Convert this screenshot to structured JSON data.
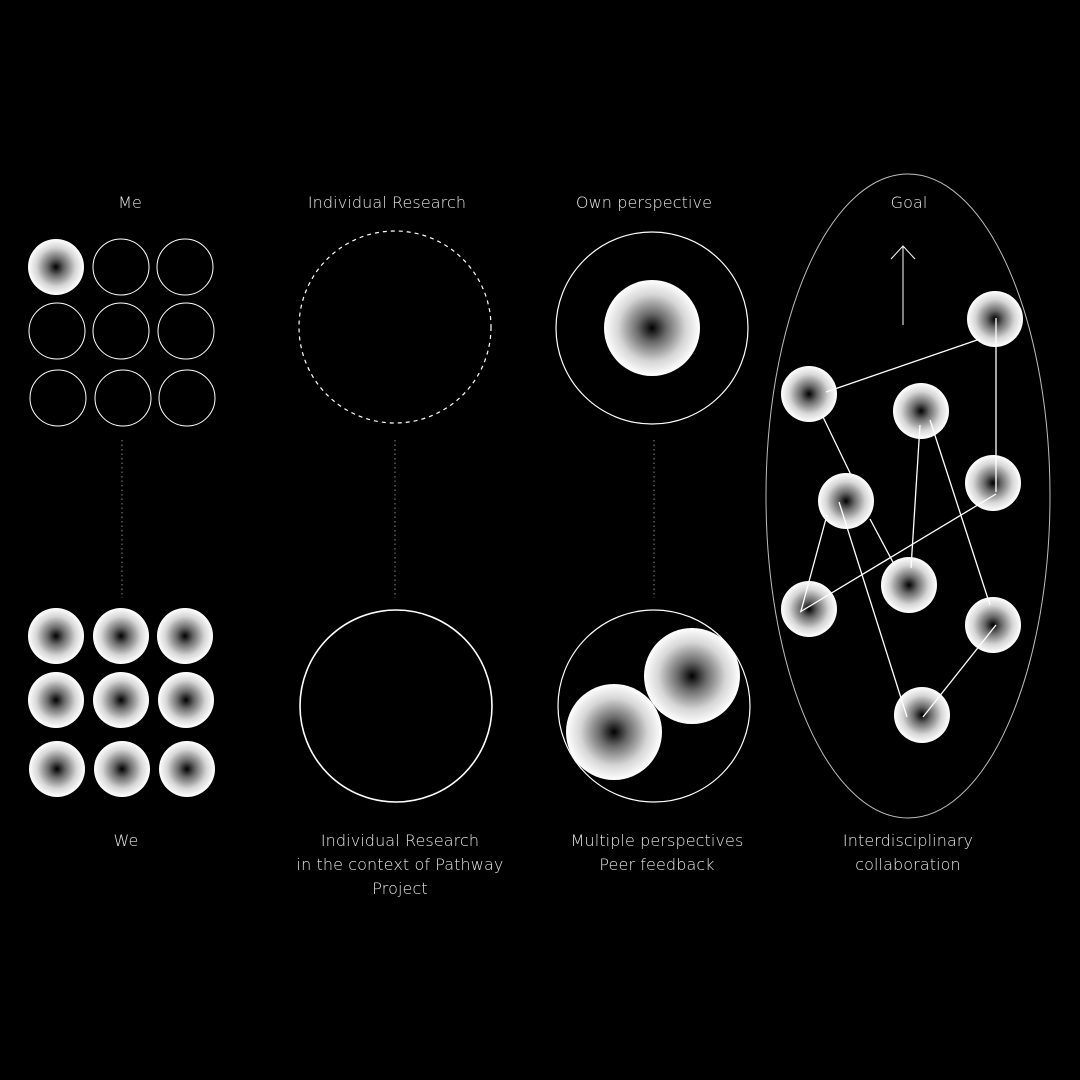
{
  "columns": [
    {
      "id": "me-we",
      "top_label": "Me",
      "bottom_label": [
        "We"
      ]
    },
    {
      "id": "individual-research",
      "top_label": "Individual Research",
      "bottom_label": [
        "Individual Research",
        "in the context of Pathway",
        "Project"
      ]
    },
    {
      "id": "perspective",
      "top_label": "Own perspective",
      "bottom_label": [
        "Multiple perspectives",
        "Peer feedback"
      ]
    },
    {
      "id": "collaboration",
      "top_label": "Goal",
      "bottom_label": [
        "Interdisciplinary",
        "collaboration"
      ]
    }
  ],
  "icons": {
    "goal_arrow": "arrow-up-icon"
  },
  "colors": {
    "background": "#000000",
    "stroke": "#ffffff",
    "node_highlight": "#ffffff",
    "node_core": "#000000"
  }
}
